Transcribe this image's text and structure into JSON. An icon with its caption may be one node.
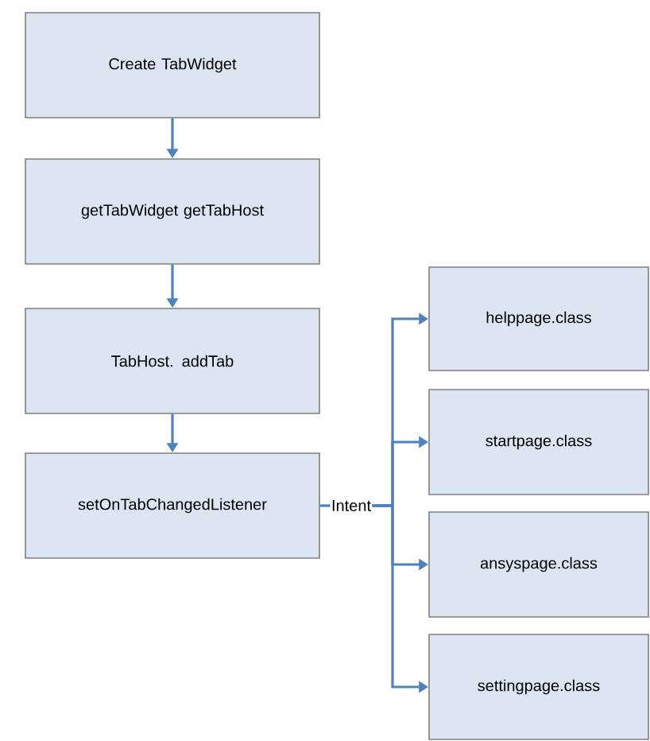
{
  "diagram": {
    "nodes": [
      {
        "text": [
          "Create TabWidget"
        ]
      },
      {
        "text": [
          "getTabWidget getTabHost"
        ]
      },
      {
        "text": [
          "TabHost. addTab"
        ]
      },
      {
        "text": [
          "setOnTabChangedListener"
        ]
      },
      {
        "text": [
          "Intent"
        ]
      },
      {
        "text": [
          "helppage.class"
        ]
      },
      {
        "text": [
          "startpage.class"
        ]
      },
      {
        "text": [
          "ansyspage.class"
        ]
      },
      {
        "text": [
          "settingpage.class"
        ]
      }
    ],
    "edges": [
      {
        "from": 0,
        "to": 1,
        "arrow": "to"
      },
      {
        "from": 1,
        "to": 2,
        "arrow": "to"
      },
      {
        "from": 2,
        "to": 3,
        "arrow": "to"
      },
      {
        "from": 3,
        "to": 4,
        "arrow": "none"
      },
      {
        "from": 4,
        "to": 5,
        "arrow": "to"
      },
      {
        "from": 4,
        "to": 6,
        "arrow": "to"
      },
      {
        "from": 4,
        "to": 7,
        "arrow": "to"
      },
      {
        "from": 4,
        "to": 8,
        "arrow": "to"
      }
    ]
  }
}
